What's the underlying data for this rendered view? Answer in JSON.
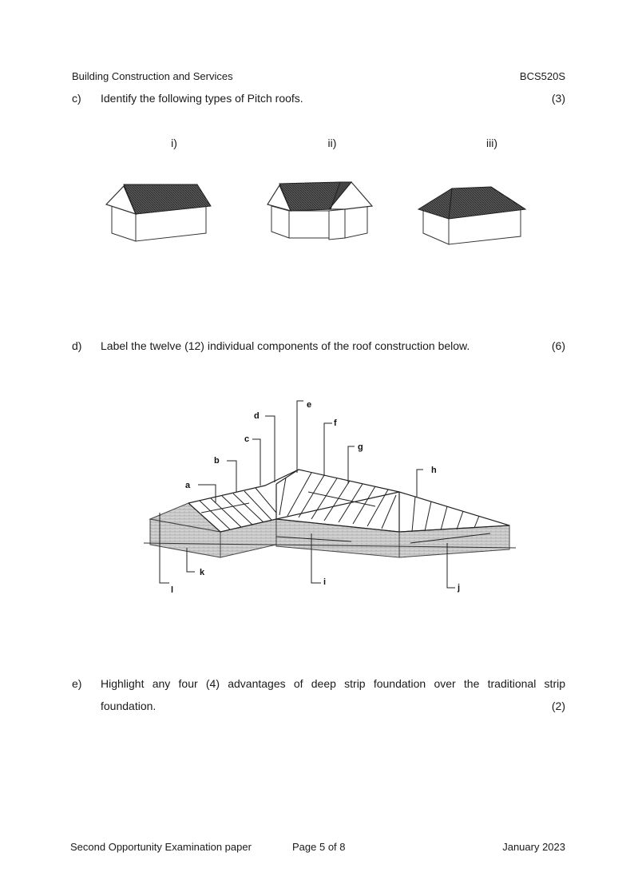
{
  "header": {
    "course": "Building Construction and Services",
    "code": "BCS520S"
  },
  "question_c": {
    "letter": "c)",
    "text": "Identify the following types of Pitch roofs.",
    "marks": "(3)",
    "labels": [
      "i)",
      "ii)",
      "iii)"
    ]
  },
  "question_d": {
    "letter": "d)",
    "text": "Label the twelve (12) individual components of the roof construction below.",
    "marks": "(6)",
    "component_letters": [
      "a",
      "b",
      "c",
      "d",
      "e",
      "f",
      "g",
      "h",
      "i",
      "j",
      "k",
      "l"
    ]
  },
  "question_e": {
    "letter": "e)",
    "line1": "Highlight any four (4) advantages of deep strip foundation over the traditional strip",
    "line2": "foundation.",
    "marks": "(2)"
  },
  "footer": {
    "left": "Second Opportunity Examination paper",
    "center": "Page 5 of 8",
    "right": "January 2023"
  }
}
